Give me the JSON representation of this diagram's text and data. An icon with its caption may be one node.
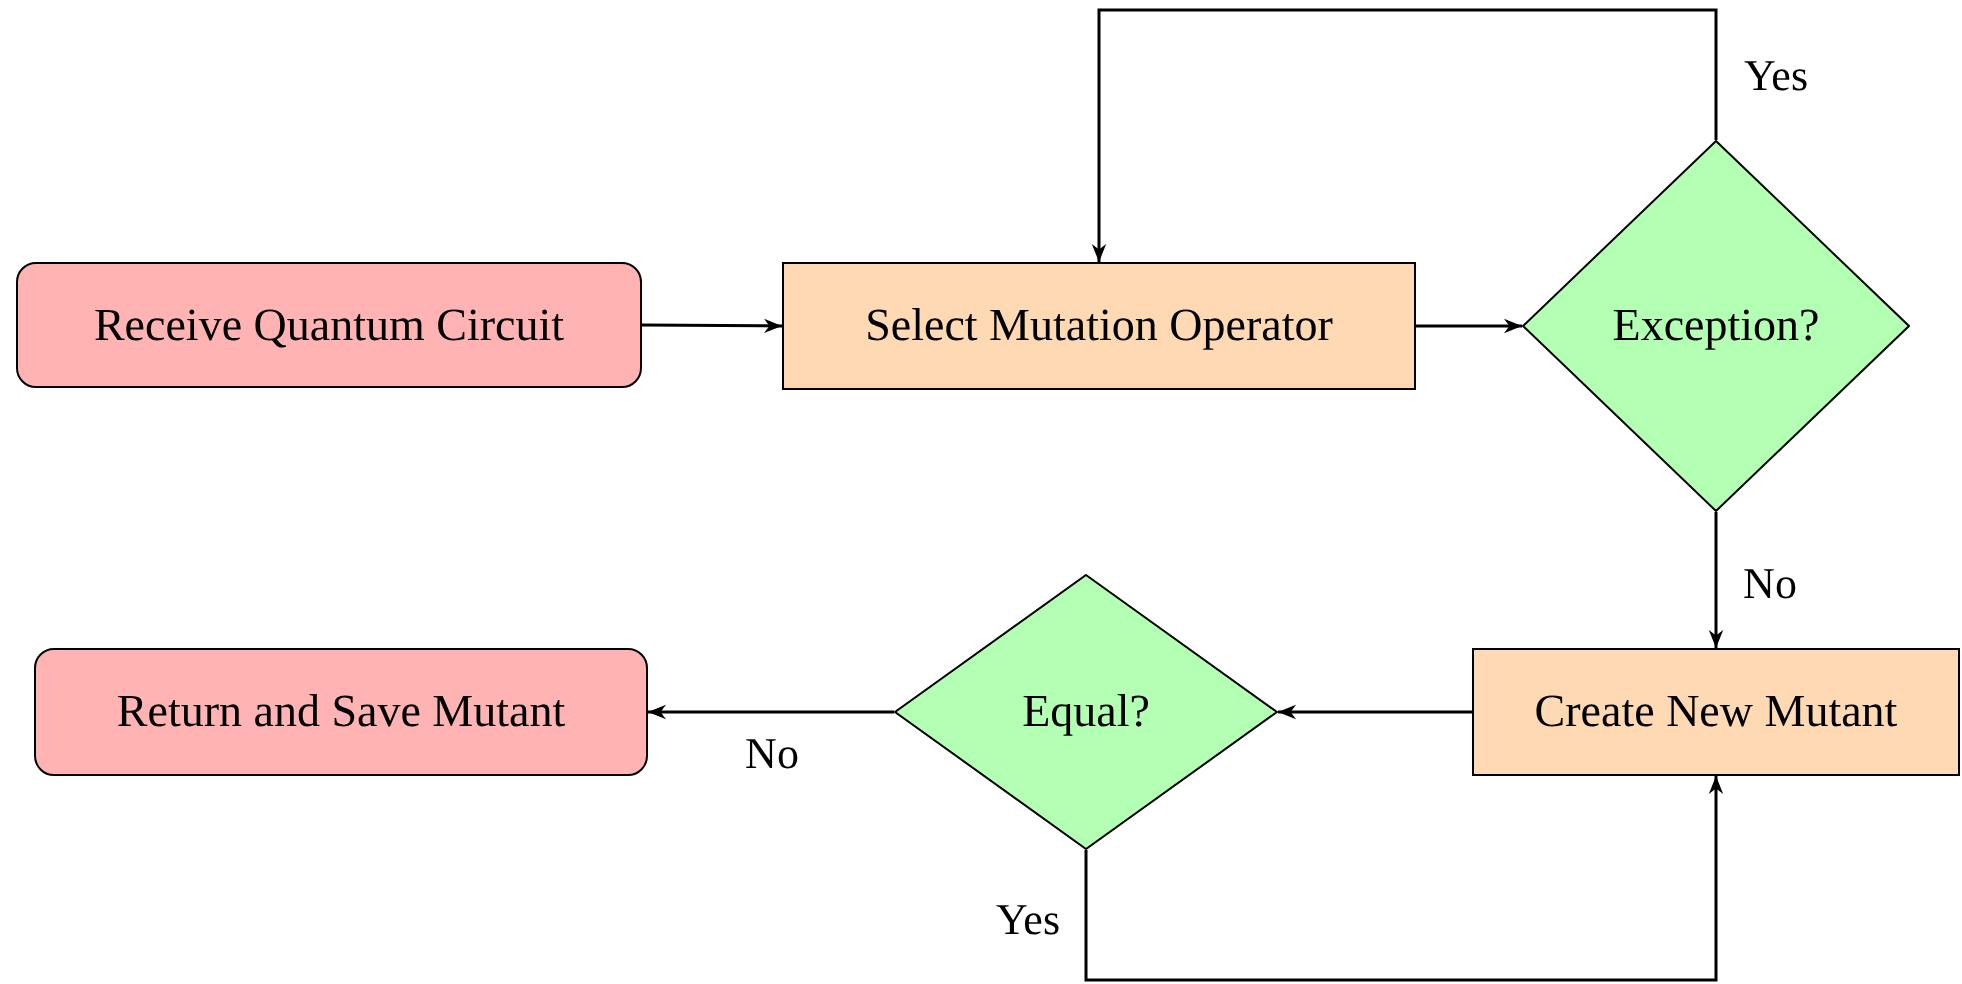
{
  "diagram": {
    "nodes": [
      {
        "text": [
          "Receive Quantum Circuit"
        ]
      },
      {
        "text": [
          "Select Mutation Operator"
        ]
      },
      {
        "text": [
          "Exception?"
        ]
      },
      {
        "text": [
          "Create New Mutant"
        ]
      },
      {
        "text": [
          "Equal?"
        ]
      },
      {
        "text": [
          "Return and Save Mutant"
        ]
      }
    ],
    "edges": [
      {
        "from": 0,
        "to": 1,
        "arrow": "to"
      },
      {
        "from": 1,
        "to": 2,
        "arrow": "to"
      },
      {
        "from": 2,
        "to": 1,
        "arrow": "to",
        "label": "Yes"
      },
      {
        "from": 2,
        "to": 3,
        "arrow": "to",
        "label": "No"
      },
      {
        "from": 3,
        "to": 4,
        "arrow": "to"
      },
      {
        "from": 4,
        "to": 5,
        "arrow": "to",
        "label": "No"
      },
      {
        "from": 4,
        "to": 3,
        "arrow": "to",
        "label": "Yes"
      }
    ]
  }
}
